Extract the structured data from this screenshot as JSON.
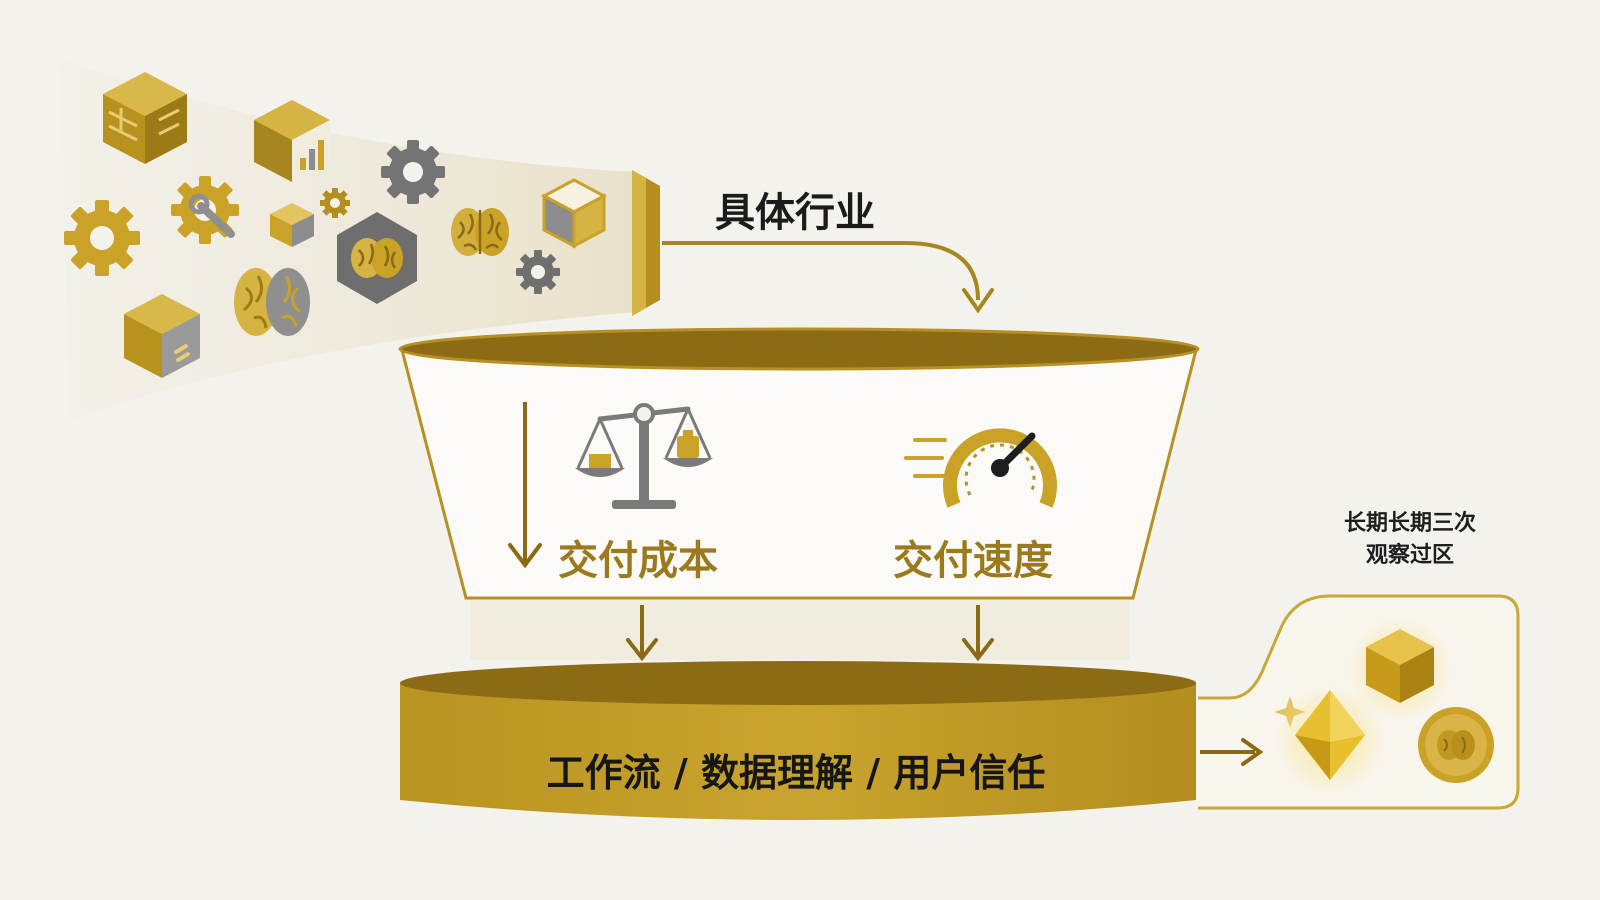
{
  "labels": {
    "industry": "具体行业",
    "delivery_cost": "交付成本",
    "delivery_speed": "交付速度",
    "foundation": "工作流 / 数据理解 / 用户信任",
    "observation_line1": "长期长期三次",
    "observation_line2": "观察过区"
  },
  "icons": [
    "brick-cube-icon",
    "chart-cube-icon",
    "gear-icon",
    "wrench-gear-icon",
    "small-cube-icon",
    "hexagon-brain-icon",
    "brain-icon",
    "cube-icon",
    "balance-scale-icon",
    "speedometer-icon",
    "sparkle-icon",
    "diamond-icon",
    "brain-coin-icon",
    "funnel-intake-icon"
  ],
  "colors": {
    "background": "#f4f2ec",
    "gold": "#c9a227",
    "dark_gold": "#8a6a14",
    "line": "#a8861f",
    "text": "#1b1b1b"
  }
}
